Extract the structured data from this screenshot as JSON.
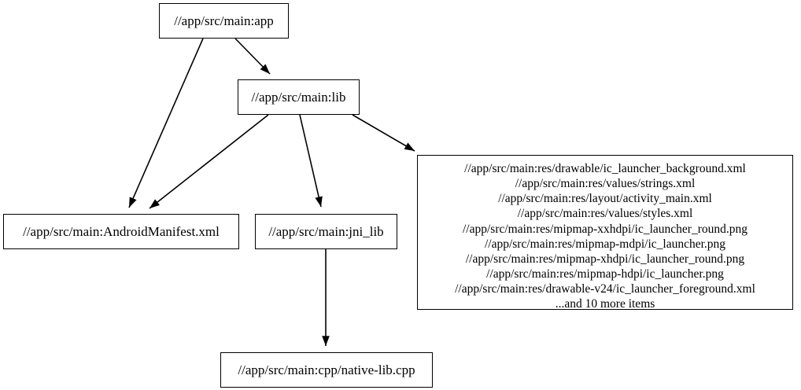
{
  "graph": {
    "type": "directed-dependency-graph",
    "background_color": "#ffffff",
    "node_border_color": "#000000",
    "node_fill_color": "#ffffff",
    "edge_color": "#000000",
    "nodes": [
      {
        "id": "app",
        "label": "//app/src/main:app"
      },
      {
        "id": "lib",
        "label": "//app/src/main:lib"
      },
      {
        "id": "manifest",
        "label": "//app/src/main:AndroidManifest.xml"
      },
      {
        "id": "jni_lib",
        "label": "//app/src/main:jni_lib"
      },
      {
        "id": "res_group",
        "label": "//app/src/main:res/drawable/ic_launcher_background.xml\n//app/src/main:res/values/strings.xml\n//app/src/main:res/layout/activity_main.xml\n//app/src/main:res/values/styles.xml\n//app/src/main:res/mipmap-xxhdpi/ic_launcher_round.png\n//app/src/main:res/mipmap-mdpi/ic_launcher.png\n//app/src/main:res/mipmap-xhdpi/ic_launcher_round.png\n//app/src/main:res/mipmap-hdpi/ic_launcher.png\n//app/src/main:res/drawable-v24/ic_launcher_foreground.xml\n...and 10 more items",
        "lines": [
          "//app/src/main:res/drawable/ic_launcher_background.xml",
          "//app/src/main:res/values/strings.xml",
          "//app/src/main:res/layout/activity_main.xml",
          "//app/src/main:res/values/styles.xml",
          "//app/src/main:res/mipmap-xxhdpi/ic_launcher_round.png",
          "//app/src/main:res/mipmap-mdpi/ic_launcher.png",
          "//app/src/main:res/mipmap-xhdpi/ic_launcher_round.png",
          "//app/src/main:res/mipmap-hdpi/ic_launcher.png",
          "//app/src/main:res/drawable-v24/ic_launcher_foreground.xml",
          "...and 10 more items"
        ]
      },
      {
        "id": "native_lib",
        "label": "//app/src/main:cpp/native-lib.cpp"
      }
    ],
    "edges": [
      {
        "from": "app",
        "to": "lib"
      },
      {
        "from": "app",
        "to": "manifest"
      },
      {
        "from": "lib",
        "to": "manifest"
      },
      {
        "from": "lib",
        "to": "jni_lib"
      },
      {
        "from": "lib",
        "to": "res_group"
      },
      {
        "from": "jni_lib",
        "to": "native_lib"
      }
    ]
  }
}
